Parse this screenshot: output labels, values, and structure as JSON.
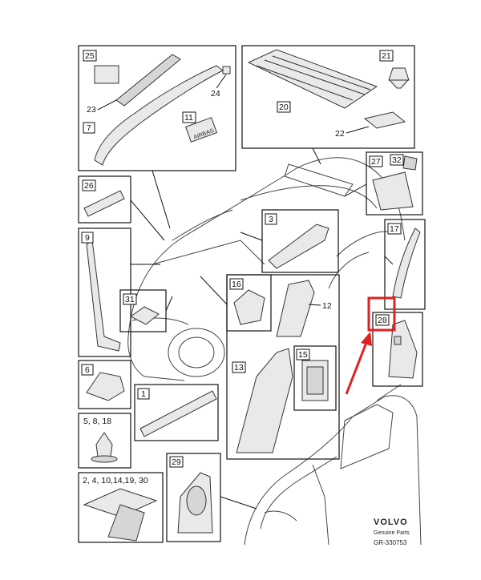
{
  "callouts": {
    "c25": "25",
    "c23": "23",
    "c7": "7",
    "c24": "24",
    "c11": "11",
    "c21": "21",
    "c20": "20",
    "c22": "22",
    "c26": "26",
    "c27": "27",
    "c32": "32",
    "c3": "3",
    "c17": "17",
    "c9": "9",
    "c31": "31",
    "c16": "16",
    "c12": "12",
    "c28": "28",
    "c13": "13",
    "c15": "15",
    "c6": "6",
    "c1": "1",
    "c5_8_18": "5, 8, 18",
    "c29": "29",
    "c2_4": "2, 4, 10,14,19, 30"
  },
  "label_airbag": "AIRBAG",
  "brand": {
    "name": "VOLVO",
    "tagline": "Genuine Parts",
    "code": "GR-330753"
  },
  "highlight_color": "#e02020"
}
